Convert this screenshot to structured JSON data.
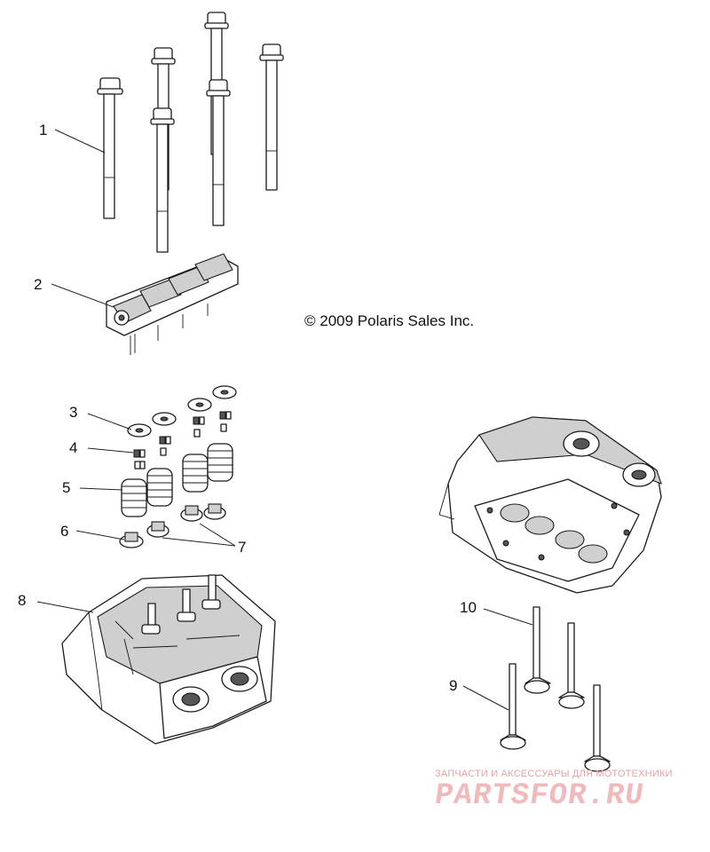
{
  "copyright": "© 2009 Polaris Sales Inc.",
  "callouts": [
    {
      "number": "1",
      "part": "head-bolt"
    },
    {
      "number": "2",
      "part": "rocker-arm-assembly"
    },
    {
      "number": "3",
      "part": "spring-retainer"
    },
    {
      "number": "4",
      "part": "valve-keeper"
    },
    {
      "number": "5",
      "part": "valve-spring"
    },
    {
      "number": "6",
      "part": "spring-seat"
    },
    {
      "number": "7",
      "part": "valve-stem-seal"
    },
    {
      "number": "8",
      "part": "cylinder-head"
    },
    {
      "number": "9",
      "part": "intake-valve"
    },
    {
      "number": "10",
      "part": "exhaust-valve"
    }
  ],
  "watermark": {
    "caption": "ЗАПЧАСТИ И АКСЕССУАРЫ ДЛЯ МОТОТЕХНИКИ",
    "logo": "PARTSFOR.RU"
  }
}
